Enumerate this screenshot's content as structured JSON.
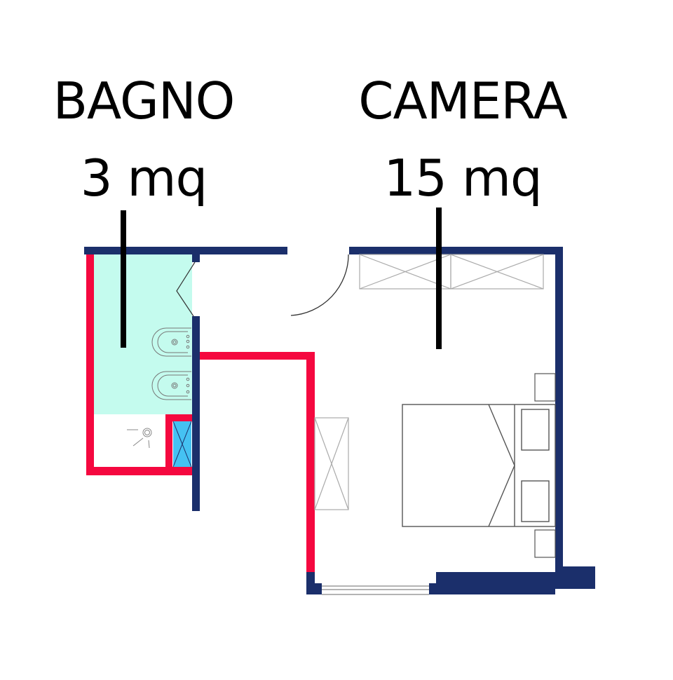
{
  "rooms": [
    {
      "id": "bagno",
      "name": "BAGNO",
      "area": "3 mq"
    },
    {
      "id": "camera",
      "name": "CAMERA",
      "area": "15 mq"
    }
  ],
  "colors": {
    "exterior_wall": "#1b2f6b",
    "interior_wall": "#f5083f",
    "bathroom_floor": "#c4fbee",
    "shower_box": "#45c2f2",
    "furniture_stroke": "#aaaaaa",
    "fixture_stroke": "#555555",
    "leader_line": "#000000",
    "background": "#ffffff"
  },
  "elements": {
    "wardrobe_top": "wardrobe (2 units)",
    "wardrobe_side": "wardrobe",
    "bed": "double bed",
    "nightstands": "2 nightstands",
    "pillows": "2 pillows",
    "toilet": "wc",
    "bidet": "bidet",
    "shower": "shower",
    "door": "entry door",
    "window": "window"
  }
}
